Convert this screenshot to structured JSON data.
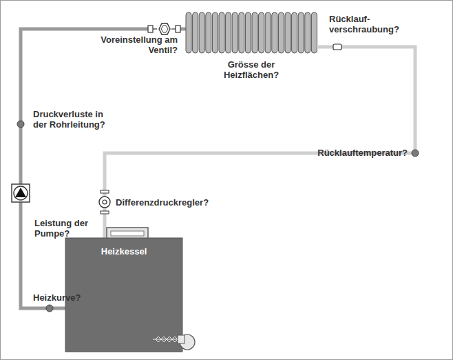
{
  "diagram": {
    "nodes": [
      {
        "text": [
          "Heizkessel"
        ]
      }
    ],
    "labels": [
      "Voreinstellung am Ventil?",
      "Grösse der Heizflächen?",
      "Rücklauf- verschraubung?",
      "Druckverluste in der Rohrleitung?",
      "Rücklauftemperatur?",
      "Differenzdruckregler?",
      "Leistung der Pumpe?",
      "Heizkurve?"
    ]
  }
}
